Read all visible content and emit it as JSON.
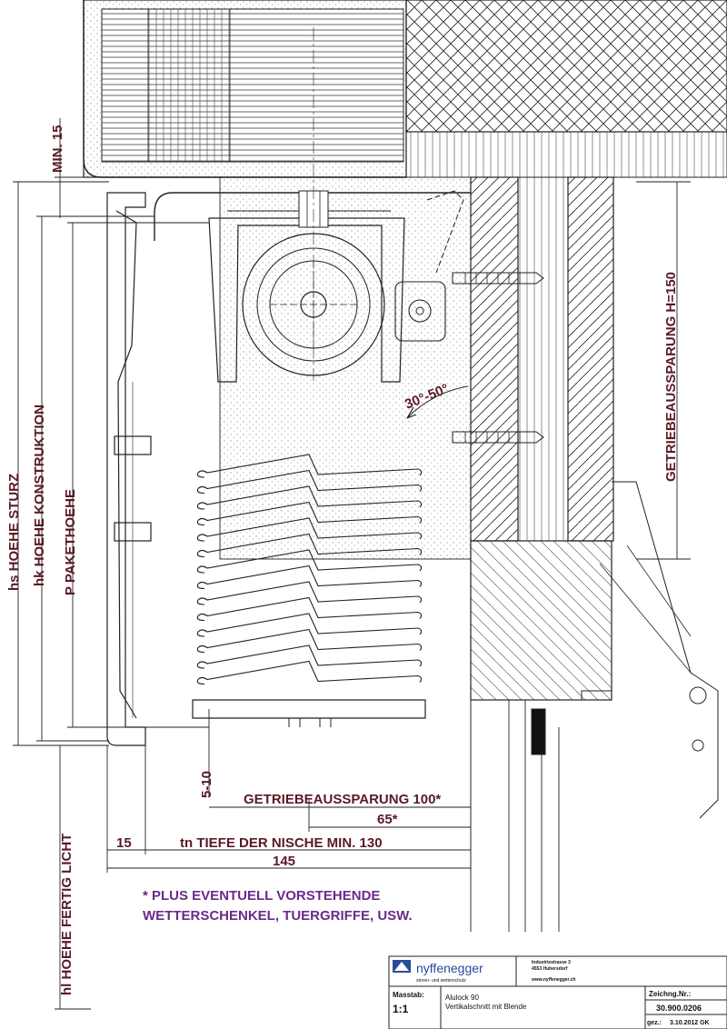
{
  "dimensions": {
    "min15": "MIN. 15",
    "hs": "hs HOEHE STURZ",
    "hk": "hk HOEHE KONSTRUKTION",
    "p": "P  PAKETHOEHE",
    "hl": "hl HOEHE FERTIG LICHT",
    "gap510": "5-10",
    "gear100": "GETRIEBEAUSSPARUNG 100*",
    "d65": "65*",
    "d15": "15",
    "tn": "tn TIEFE DER NISCHE MIN. 130",
    "d145": "145",
    "gearH150": "GETRIEBEAUSSPARUNG H=150",
    "angle": "30°-50°"
  },
  "note": {
    "line1": "* PLUS EVENTUELL VORSTEHENDE",
    "line2": "WETTERSCHENKEL, TUERGRIFFE, USW."
  },
  "titleblock": {
    "company": "nyffenegger",
    "tagline": "storen- und wetterschutz",
    "address1": "Industriestrasse 3",
    "address2": "4553 Hubersdorf",
    "web": "www.nyffenegger.ch",
    "scale_label": "Masstab:",
    "scale": "1:1",
    "product": "Alulock 90",
    "description": "Vertikalschnitt mit Blende",
    "drawing_no_label": "Zeichng.Nr.:",
    "drawing_no": "30.900.0206",
    "drawn_label": "gez.:",
    "drawn": "3.10.2012 GK"
  },
  "colors": {
    "line": "#222222",
    "label": "#5a1a24",
    "note": "#6a2a8a"
  }
}
